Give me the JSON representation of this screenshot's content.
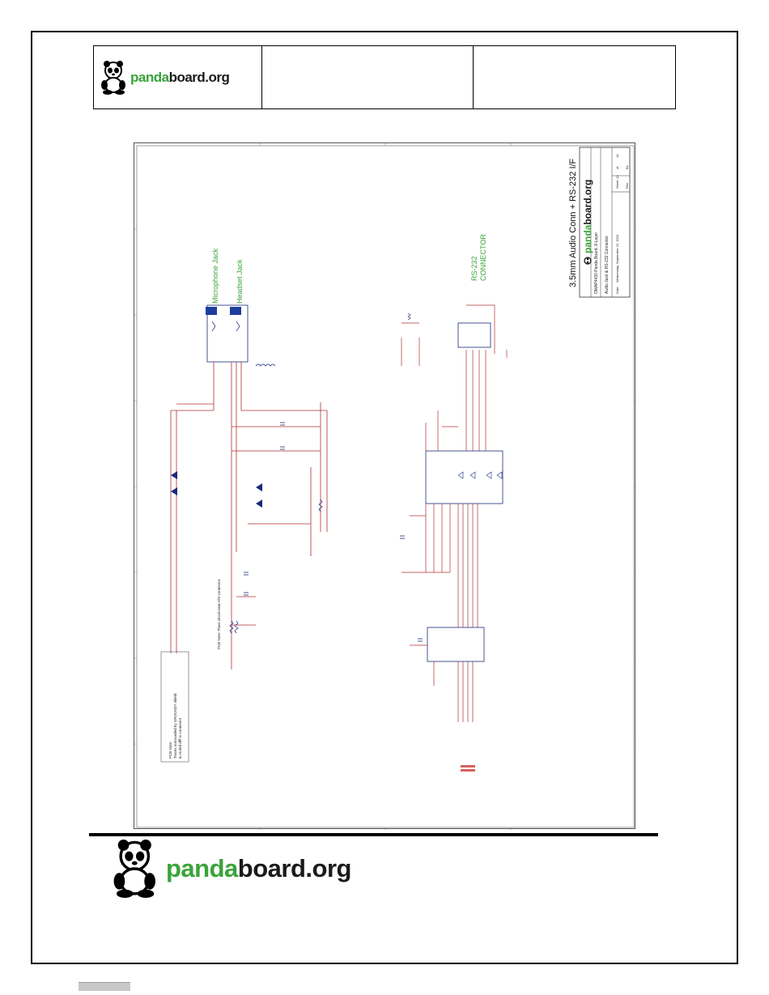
{
  "brand": {
    "panda": "panda",
    "board": "board.org"
  },
  "schematic": {
    "title": "3.5mm Audio Conn + RS-232 I/F",
    "microphone_jack": "Microphone Jack",
    "headset_jack": "Headset Jack",
    "rs232_line1": "RS-232",
    "rs232_line2": "CONNECTOR",
    "pcb_note1_line1": "PCB Note:",
    "pcb_note1_line2": "Traces surrounded by GROUND? shield",
    "pcb_note1_line3": "& routed diff to connector",
    "pcb_note2": "PCB Note: Place circuit near A/V connector.",
    "title_block": {
      "project": "OMAP4430 Panda Board, 8-Layer",
      "sheet_title": "Audio Jack & RS-232 Connector",
      "date_label": "Date:",
      "date": "Wednesday, September 22, 2010",
      "sheet_label": "Sheet",
      "sheet": "12",
      "of": "of",
      "total": "14",
      "rev_label": "Rev",
      "rev": "B1"
    }
  },
  "colors": {
    "wire": "#b03030",
    "net": "#c02020",
    "component": "#1a2a7a",
    "green": "#3aa33a",
    "jack": "#1e3e9e"
  }
}
